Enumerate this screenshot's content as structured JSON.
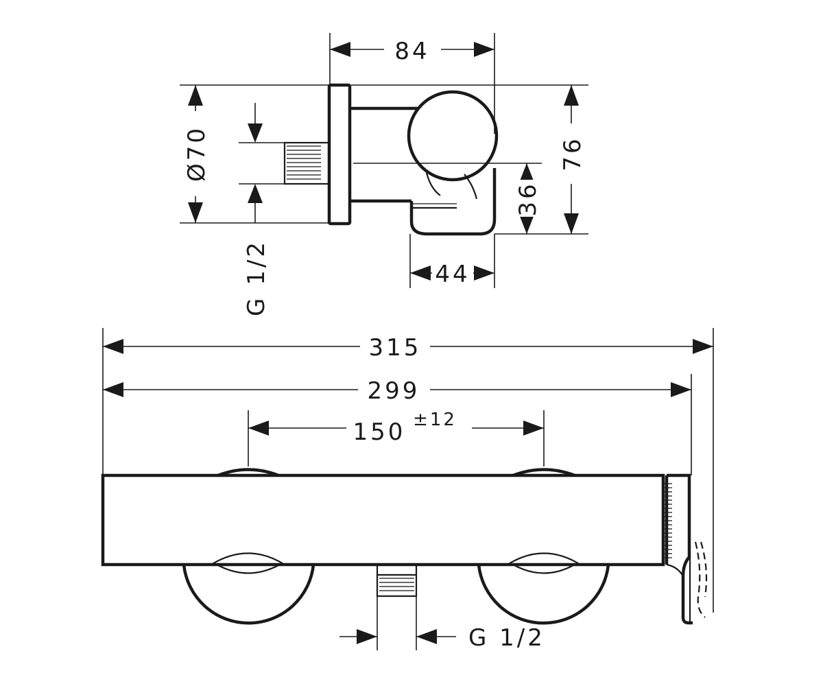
{
  "top_view": {
    "width": "84",
    "diameter": "Ø70",
    "height": "76",
    "offset": "36",
    "depth": "44",
    "thread": "G 1/2"
  },
  "front_view": {
    "overall_length": "315",
    "body_length": "299",
    "centers": "150",
    "centers_tolerance": "±12",
    "thread": "G 1/2"
  }
}
